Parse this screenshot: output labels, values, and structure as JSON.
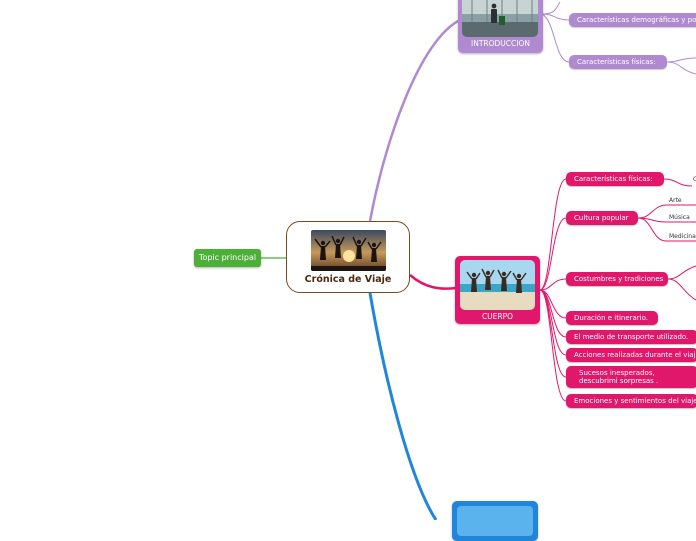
{
  "colors": {
    "center_border": "#7a4a1e",
    "topic_principal": "#4caf37",
    "introduccion": "#b08ad0",
    "cuerpo": "#e0176a",
    "third_branch": "#1f86dc"
  },
  "topic_principal": "Topic principal",
  "center": {
    "title": "Crónica de Viaje"
  },
  "introduccion": {
    "label": "INTRODUCCION",
    "items": [
      "Características demográficas y po",
      "Características físicas:"
    ]
  },
  "cuerpo": {
    "label": "CUERPO",
    "items": [
      "Características físicas:",
      "Cultura popular",
      "Costumbres y tradiciones",
      "Duración e itinerario.",
      "El medio de transporte utilizado.",
      "Acciones realizadas durante el viaj",
      "Sucesos inesperados, descubrimi sorpresas .",
      "Emociones y sentimientos del viaje"
    ],
    "cultura_items": [
      "Arte",
      "Música",
      "Medicina"
    ],
    "fisicas_child": "C"
  }
}
